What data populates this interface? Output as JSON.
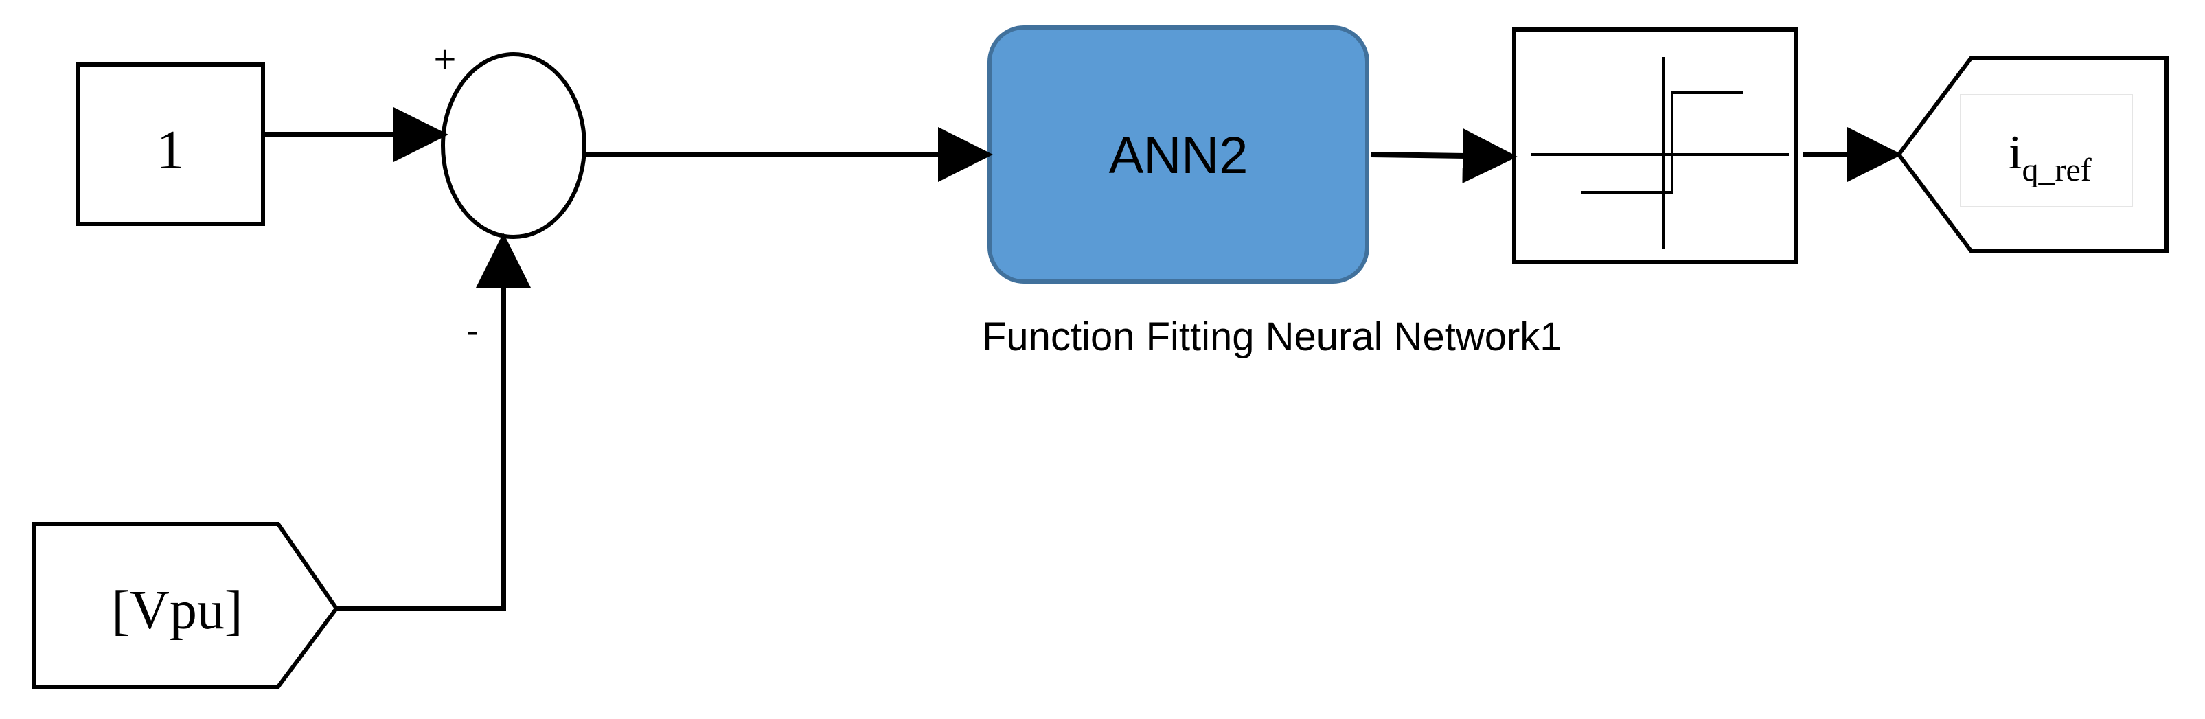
{
  "blocks": {
    "constant": {
      "label": "1"
    },
    "sum": {
      "plus_sign": "+",
      "minus_sign": "-"
    },
    "goto_from": {
      "label": "[Vpu]"
    },
    "ann": {
      "label": "ANN2",
      "caption": "Function Fitting Neural Network1",
      "fill_color": "#5b9bd5",
      "stroke_color": "#41719c"
    },
    "relay": {},
    "output_goto": {
      "label_main": "i",
      "label_sub": "q_ref"
    }
  },
  "colors": {
    "line": "#000000",
    "background": "#ffffff"
  }
}
